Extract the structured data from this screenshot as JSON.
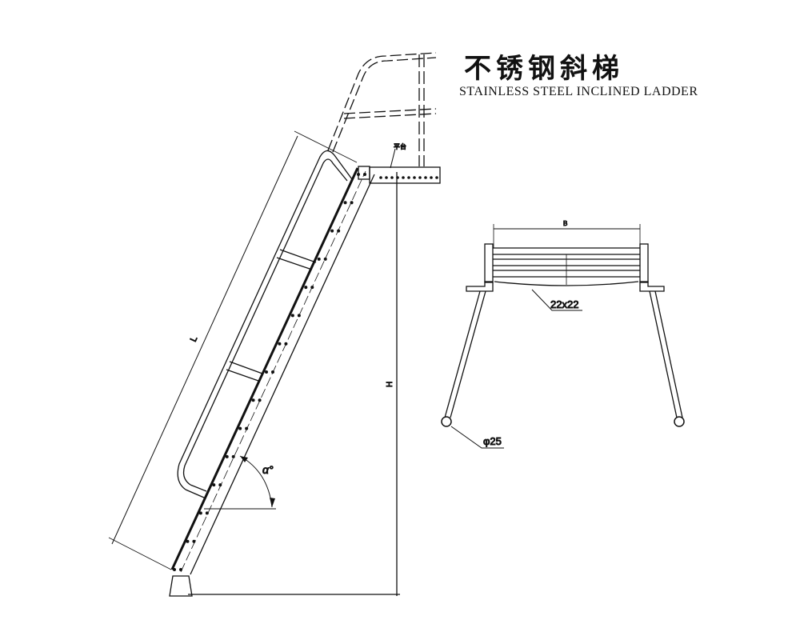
{
  "title": {
    "chinese": "不锈钢斜梯",
    "english": "STAINLESS STEEL INCLINED LADDER"
  },
  "labels": {
    "length": "L",
    "height": "H",
    "angle": "α°",
    "platform": "平台",
    "width": "B",
    "rung_section": "22x22",
    "leg_diameter": "φ25"
  }
}
